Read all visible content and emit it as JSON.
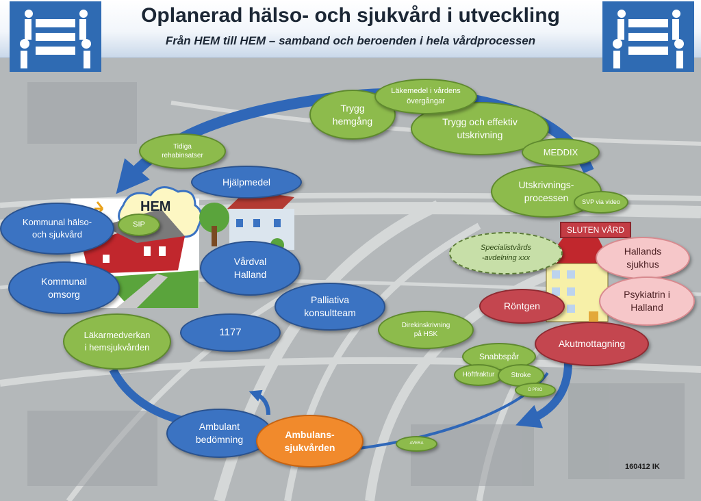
{
  "header": {
    "title": "Oplanerad hälso- och sjukvård i utveckling",
    "subtitle": "Från HEM till HEM – samband och beroenden i hela vårdprocessen"
  },
  "illustrations": {
    "home_label": "HEM",
    "sip_label": "SIP",
    "hospital_label": "SLUTEN VÅRD"
  },
  "nodes": {
    "trygg_hemgang": "Trygg\nhemgång",
    "lakemedel": "Läkemedel i vårdens\növergångar",
    "trygg_effektiv": "Trygg och effektiv\nutskrivning",
    "tidiga": "Tidiga\nrehabinsatser",
    "meddix": "MEDDIX",
    "utskrivnings": "Utskrivnings-\nprocessen",
    "svp": "SVP via video",
    "hjalpmedel": "Hjälpmedel",
    "kommunal_halso": "Kommunal hälso-\noch sjukvård",
    "vardval": "Vårdval\nHalland",
    "kommunal_omsorg": "Kommunal\nomsorg",
    "palliativa": "Palliativa\nkonsultteam",
    "specialist": "Specialistvårds\n-avdelning xxx",
    "hallands_sjukhus": "Hallands\nsjukhus",
    "psykiatrin": "Psykiatrin i\nHalland",
    "rontgen": "Röntgen",
    "n1177": "1177",
    "direkt": "Direkinskrivning\npå HSK",
    "lakarmedverkan": "Läkarmedverkan\ni hemsjukvården",
    "akut": "Akutmottagning",
    "snabbspar": "Snabbspår",
    "hoftfraktur": "Höftfraktur",
    "stroke": "Stroke",
    "dprio": "D PRIO",
    "ambulant": "Ambulant\nbedömning",
    "ambulans": "Ambulans-\nsjukvården",
    "avera": "AVERA"
  },
  "footer": {
    "code": "160412 IK"
  },
  "colors": {
    "green": "#8dbb4c",
    "blue": "#3b73c2",
    "red": "#c4464f",
    "pink": "#f6c7c9",
    "orange": "#f18a2c",
    "arrow": "#2f67b8",
    "logo": "#2f6bb3"
  }
}
